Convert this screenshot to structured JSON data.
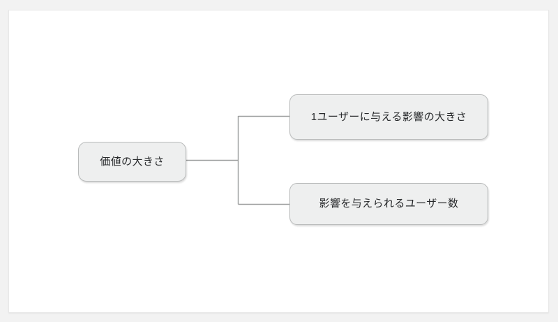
{
  "canvas": {
    "background_color": "#ffffff",
    "page_background_color": "#f2f2f2",
    "border_color": "#e8e8e8"
  },
  "diagram": {
    "type": "tree",
    "orientation": "left-to-right",
    "node_fill_color": "#eeefef",
    "node_border_color": "#b9bbbb",
    "connector_color": "#9a9c9c",
    "text_color": "#27292b",
    "root": {
      "id": "root",
      "label": "価値の大きさ"
    },
    "children": [
      {
        "id": "child-1",
        "label": "1ユーザーに与える影響の大きさ"
      },
      {
        "id": "child-2",
        "label": "影響を与えられるユーザー数"
      }
    ]
  }
}
